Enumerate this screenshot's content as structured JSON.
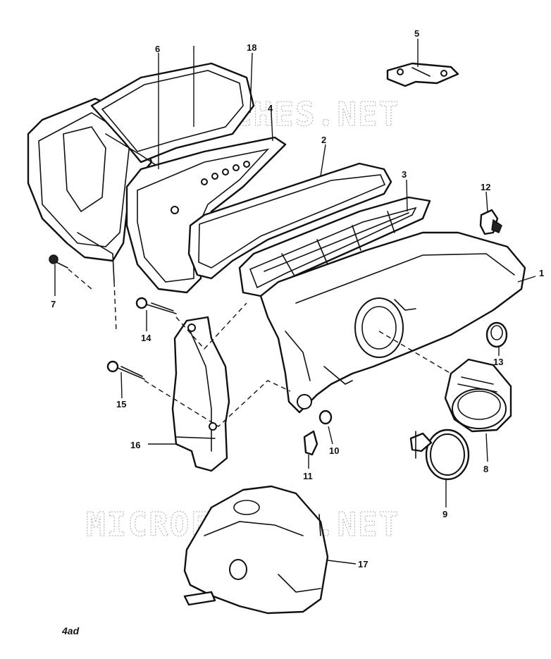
{
  "diagram": {
    "watermark_text": "MICROFICHES.NET",
    "corner_mark": "4ad",
    "callouts": [
      "1",
      "2",
      "3",
      "4",
      "5",
      "6",
      "7",
      "8",
      "9",
      "10",
      "11",
      "12",
      "13",
      "14",
      "15",
      "16",
      "17",
      "18"
    ]
  }
}
